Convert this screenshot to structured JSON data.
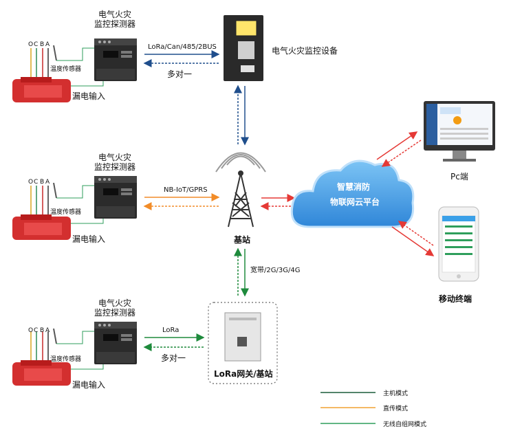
{
  "detectors": [
    {
      "title_line1": "电气火灾",
      "title_line2": "监控探测器",
      "wire_labels": [
        "O",
        "C",
        "B",
        "A"
      ],
      "temp_label": "温度传感器",
      "leak_label": "漏电输入"
    },
    {
      "title_line1": "电气火灾",
      "title_line2": "监控探测器",
      "wire_labels": [
        "O",
        "C",
        "B",
        "A"
      ],
      "temp_label": "温度传感器",
      "leak_label": "漏电输入"
    },
    {
      "title_line1": "电气火灾",
      "title_line2": "监控探测器",
      "wire_labels": [
        "O",
        "C",
        "B",
        "A"
      ],
      "temp_label": "温度传感器",
      "leak_label": "漏电输入"
    }
  ],
  "links": {
    "top_protocol": "LoRa/Can/485/2BUS",
    "top_multiplicity": "多对一",
    "mid_protocol": "NB-IoT/GPRS",
    "bottom_protocol": "LoRa",
    "bottom_multiplicity": "多对一",
    "vertical_bandwidth": "宽带/2G/3G/4G"
  },
  "nodes": {
    "monitor_device": "电气火灾监控设备",
    "base_station": "基站",
    "gateway": "LoRa网关/基站",
    "cloud_line1": "智慧消防",
    "cloud_line2": "物联网云平台",
    "pc": "Pc端",
    "mobile": "移动终端"
  },
  "legend": [
    {
      "label": "主机模式",
      "color": "#1a5c3a"
    },
    {
      "label": "直传模式",
      "color": "#f0a030"
    },
    {
      "label": "无线自组网模式",
      "color": "#2e9e5b"
    }
  ],
  "colors": {
    "blue": "#1f4e8c",
    "orange": "#f28c28",
    "green": "#1e8a3c",
    "red": "#e53935",
    "cloud": "#4aa3e8"
  }
}
